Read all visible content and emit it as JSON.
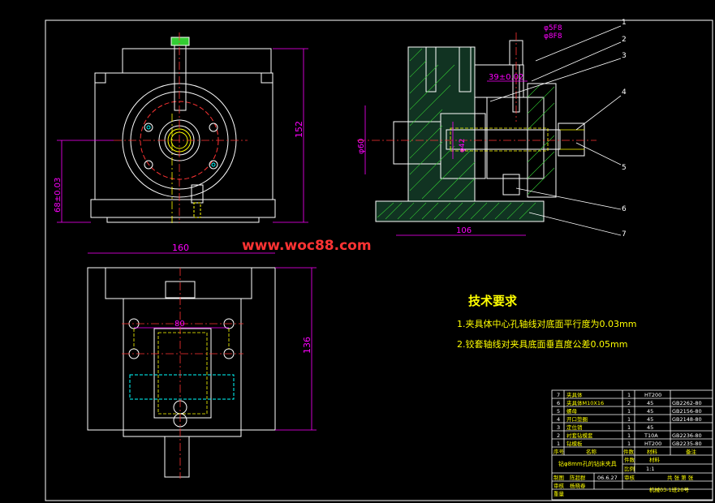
{
  "watermark": "www.woc88.com",
  "tech_req": {
    "title": "技术要求",
    "items": [
      "1.夹具体中心孔轴线对底面平行度为0.03mm",
      "2.铰套轴线对夹具底面垂直度公差0.05mm"
    ]
  },
  "dims": {
    "d152": "152",
    "d68": "68±0.03",
    "d160": "160",
    "d80": "80",
    "d136": "136",
    "d39": "39±0.02",
    "d5f8": "φ5F8",
    "d8f8": "φ8F8",
    "d60": "φ60",
    "d42": "φ42",
    "d106": "106"
  },
  "balloons": [
    "1",
    "2",
    "3",
    "4",
    "5",
    "6",
    "7"
  ],
  "bom": {
    "rows": [
      {
        "no": "7",
        "name": "夹具体",
        "qty": "1",
        "mat": "HT200",
        "std": ""
      },
      {
        "no": "6",
        "name": "夹具体M10X16",
        "qty": "2",
        "mat": "45",
        "std": "GB2262-80"
      },
      {
        "no": "5",
        "name": "螺母",
        "qty": "1",
        "mat": "45",
        "std": "GB2156-80"
      },
      {
        "no": "4",
        "name": "开口垫圈",
        "qty": "1",
        "mat": "45",
        "std": "GB2148-80"
      },
      {
        "no": "3",
        "name": "定位销",
        "qty": "1",
        "mat": "45",
        "std": ""
      },
      {
        "no": "2",
        "name": "衬套钻模套",
        "qty": "1",
        "mat": "T10A",
        "std": "GB2236-80"
      },
      {
        "no": "1",
        "name": "钻模板",
        "qty": "1",
        "mat": "HT200",
        "std": "GB2235-80"
      }
    ],
    "header": {
      "no": "序号",
      "name": "名称",
      "qty": "件数",
      "mat": "材料",
      "std": "备注"
    },
    "part_title": "钻φ8mm孔的钻床夹具",
    "scale_label": "比例",
    "scale": "1:1",
    "weight_label": "件数",
    "designer_label": "制图",
    "designer": "陈超群",
    "date": "06.6.27",
    "check_label": "审核",
    "checker": "杨晓春",
    "school_label": "审核",
    "sheet": "共 张 第 张",
    "class_info": "机械03-1班20号",
    "extra": "重量",
    "material_label": "材料"
  }
}
